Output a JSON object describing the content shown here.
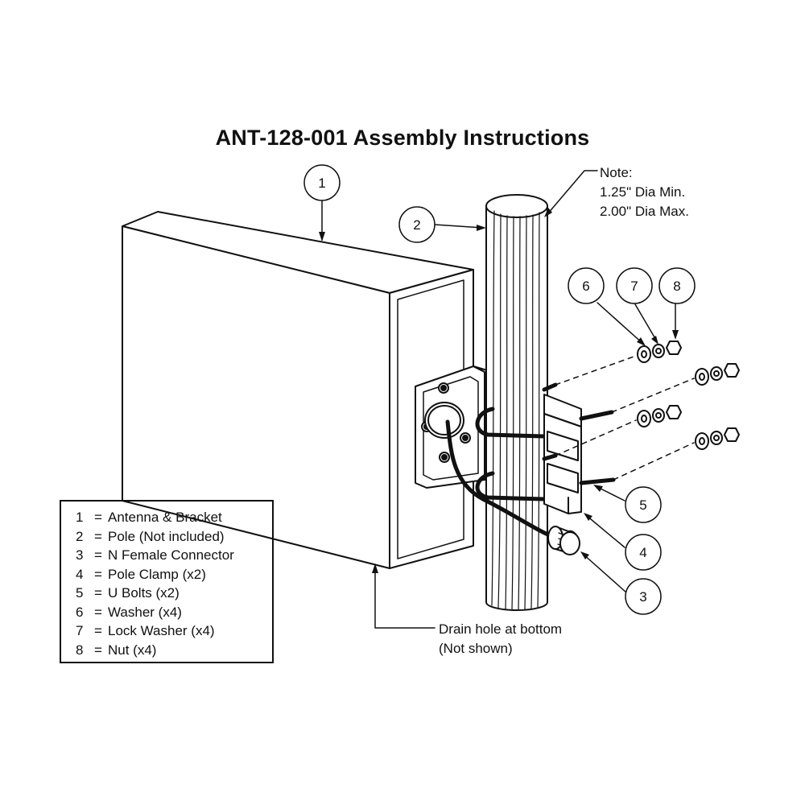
{
  "title": "ANT-128-001 Assembly Instructions",
  "note": {
    "heading": "Note:",
    "line1": "1.25\" Dia Min.",
    "line2": "2.00\" Dia Max."
  },
  "callouts": [
    "1",
    "2",
    "3",
    "4",
    "5",
    "6",
    "7",
    "8"
  ],
  "legend": [
    {
      "num": "1",
      "text": "Antenna & Bracket"
    },
    {
      "num": "2",
      "text": "Pole (Not included)"
    },
    {
      "num": "3",
      "text": "N Female Connector"
    },
    {
      "num": "4",
      "text": "Pole Clamp (x2)"
    },
    {
      "num": "5",
      "text": "U Bolts (x2)"
    },
    {
      "num": "6",
      "text": "Washer (x4)"
    },
    {
      "num": "7",
      "text": "Lock Washer (x4)"
    },
    {
      "num": "8",
      "text": "Nut (x4)"
    }
  ],
  "legend_separator": "=",
  "drain": {
    "line1": "Drain hole at bottom",
    "line2": "(Not shown)"
  }
}
